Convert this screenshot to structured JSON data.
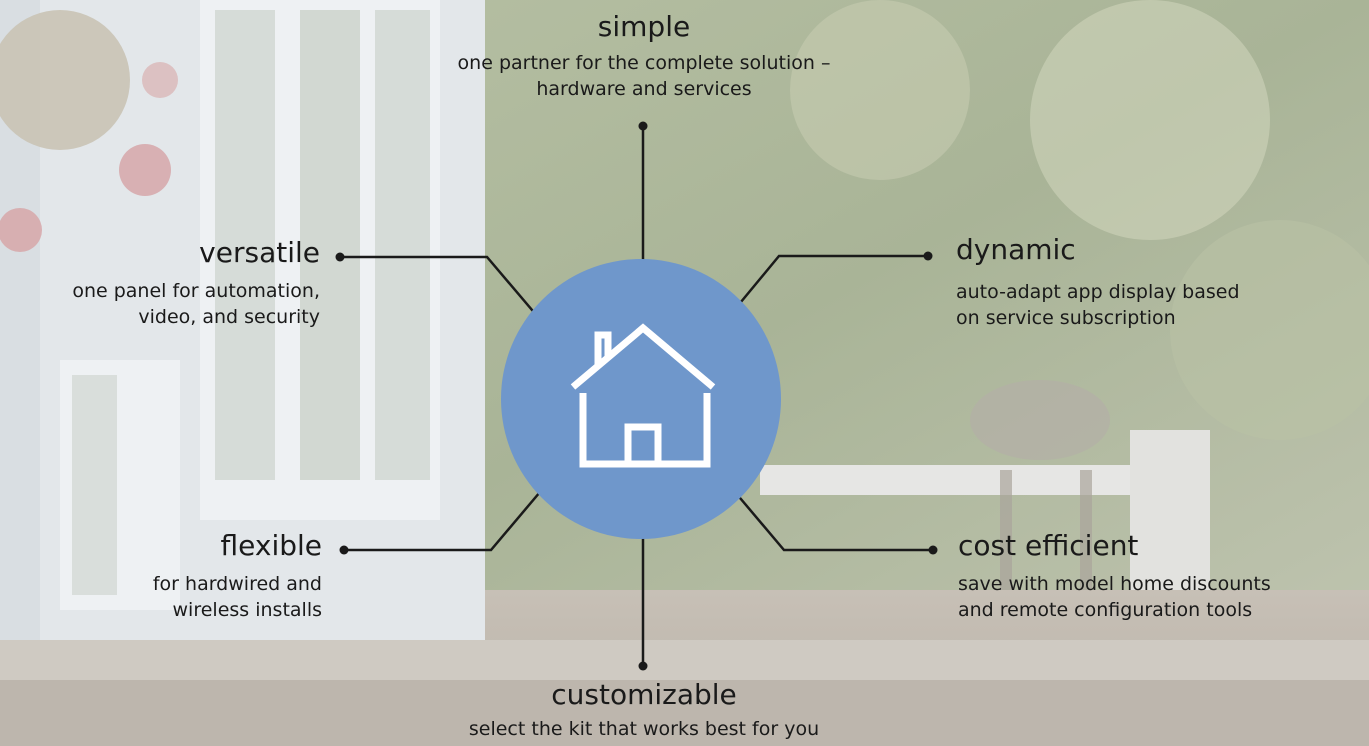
{
  "features": {
    "simple": {
      "title": "simple",
      "desc": [
        "one partner for the complete solution –",
        "hardware and services"
      ]
    },
    "versatile": {
      "title": "versatile",
      "desc": [
        "one panel for automation,",
        "video, and security"
      ]
    },
    "dynamic": {
      "title": "dynamic",
      "desc": [
        "auto-adapt app display based",
        "on service subscription"
      ]
    },
    "flexible": {
      "title": "flexible",
      "desc": [
        "for hardwired and",
        "wireless installs"
      ]
    },
    "cost_efficient": {
      "title": "cost efficient",
      "desc": [
        "save with model home discounts",
        "and remote configuration tools"
      ]
    },
    "customizable": {
      "title": "customizable",
      "desc": [
        "select the kit that works best for you"
      ]
    }
  },
  "hub": {
    "icon": "house-icon"
  },
  "colors": {
    "hub_fill": "#6f97cb",
    "connector": "#1a1a1a",
    "icon_stroke": "#ffffff"
  }
}
